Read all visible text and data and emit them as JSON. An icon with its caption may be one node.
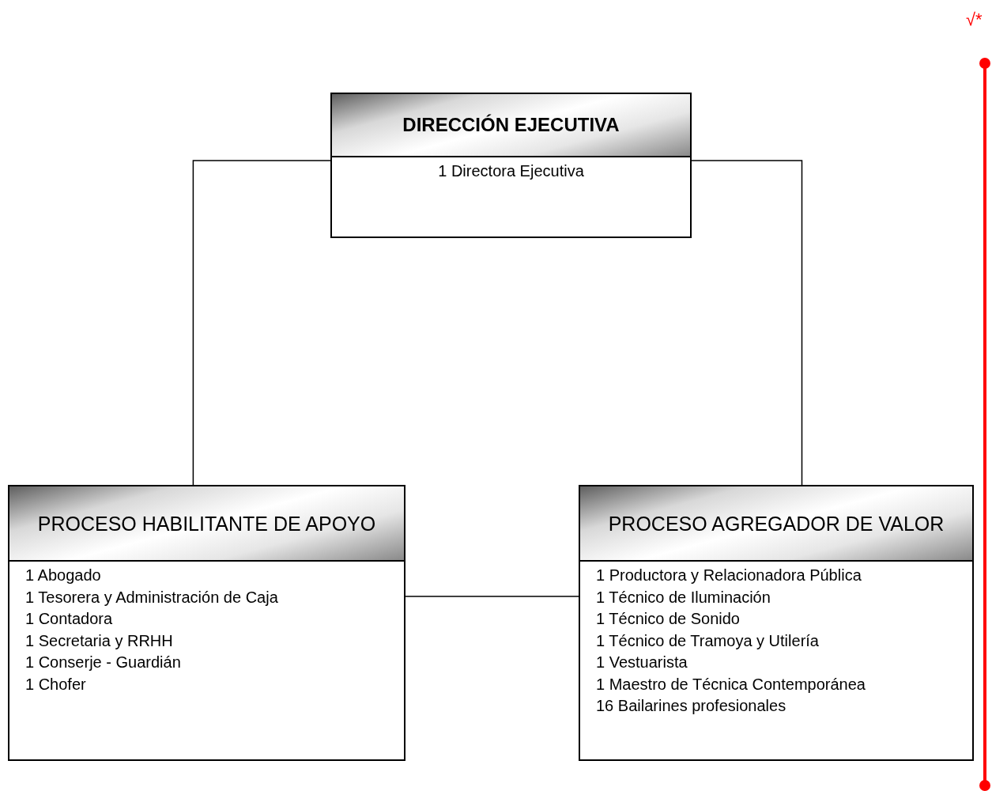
{
  "diagram": {
    "nodes": [
      {
        "text": [
          "DIRECCIÓN EJECUTIVA",
          "1 Directora Ejecutiva"
        ]
      },
      {
        "text": [
          "PROCESO HABILITANTE DE APOYO",
          "1 Abogado",
          "1 Tesorera y Administración de Caja",
          "1 Contadora",
          "1 Secretaria y RRHH",
          "1 Conserje - Guardián",
          "1 Chofer"
        ]
      },
      {
        "text": [
          "PROCESO AGREGADOR DE VALOR",
          "1 Productora y Relacionadora Pública",
          "1 Técnico de Iluminación",
          "1 Técnico de Sonido",
          "1 Técnico de Tramoya y Utilería",
          "1 Vestuarista",
          "1 Maestro de Técnica Contemporánea",
          "16 Bailarines profesionales"
        ]
      }
    ],
    "edges": [
      {
        "from": 0,
        "to": 1,
        "arrow": "none"
      },
      {
        "from": 0,
        "to": 2,
        "arrow": "none"
      },
      {
        "from": 1,
        "to": 2,
        "arrow": "none"
      }
    ],
    "labels": [
      "√*"
    ]
  }
}
